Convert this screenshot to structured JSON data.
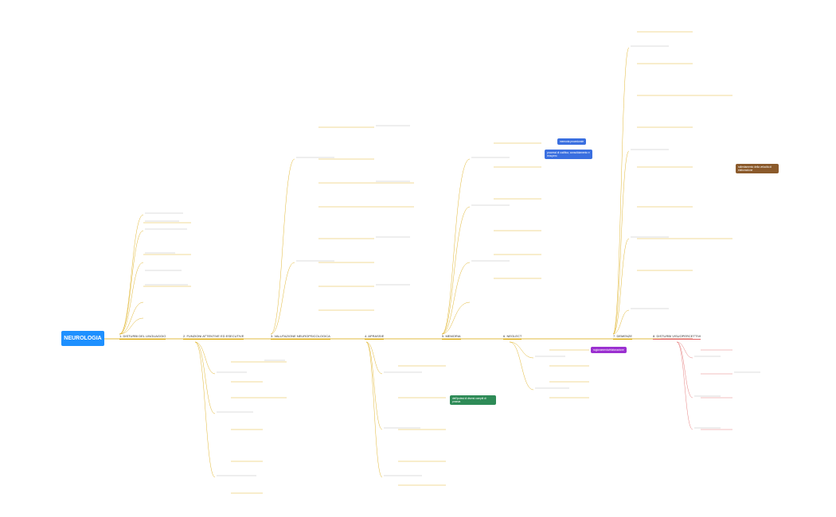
{
  "root": {
    "label": "NEUROLOGIA",
    "color": "#1e90ff"
  },
  "branches": [
    {
      "id": "b1",
      "label": "1. DISTURBI DEL LINGUAGGIO",
      "color": "#d9a400"
    },
    {
      "id": "b2",
      "label": "2. FUNZIONI ATTENTIVE ED ESECUTIVE",
      "color": "#d9a400"
    },
    {
      "id": "b3",
      "label": "3. VALUTAZIONE NEUROPSICOLOGICA",
      "color": "#d9a400"
    },
    {
      "id": "b4",
      "label": "4. APRASSIE",
      "color": "#d9a400"
    },
    {
      "id": "b5",
      "label": "5. MEMORIA",
      "color": "#d9a400"
    },
    {
      "id": "b6",
      "label": "6. NEGLECT",
      "color": "#d9a400"
    },
    {
      "id": "b7",
      "label": "7. DEMENZE",
      "color": "#d9a400"
    },
    {
      "id": "b8",
      "label": "8. DISTURBI VISUOPERCETTIVI",
      "color": "#e06060"
    }
  ],
  "callouts": [
    {
      "id": "c1",
      "text": "memoria procedurale",
      "color": "#3a6fe0"
    },
    {
      "id": "c2",
      "text": "processi di codifica, consolidamento e recupero",
      "color": "#3a6fe0"
    },
    {
      "id": "c3",
      "text": "ragionamento/elaborazione",
      "color": "#9b30d0"
    },
    {
      "id": "c4",
      "text": "dell'ipotesi di diversi compiti di prassia",
      "color": "#2e8b57"
    },
    {
      "id": "c5",
      "text": "rallentamento della velocità di elaborazione",
      "color": "#8b5a2b"
    }
  ]
}
